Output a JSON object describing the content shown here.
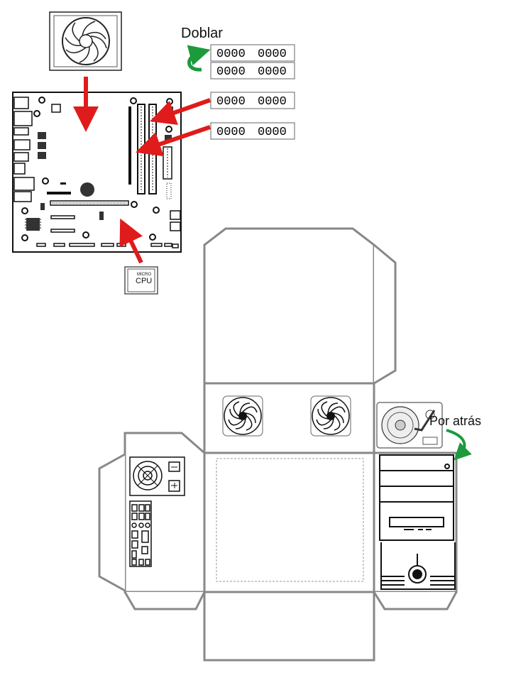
{
  "labels": {
    "fold": "Doblar",
    "behind": "Por atrás"
  },
  "cpu": {
    "line1": "MICRO",
    "line2": "CPU"
  },
  "ram_chip_text": "0000",
  "colors": {
    "arrow_red": "#e01b1b",
    "arrow_green": "#1d9a3c",
    "line": "#111111",
    "net_line": "#888888",
    "panel_fill": "#ffffff"
  },
  "components": {
    "fan_module": "cpu-fan-cooler",
    "ram_modules": 4,
    "case_fans": 2,
    "hard_drive": "hard-drive-icon",
    "tower_front": "pc-tower-front",
    "back_panel": "io-back-panel"
  }
}
